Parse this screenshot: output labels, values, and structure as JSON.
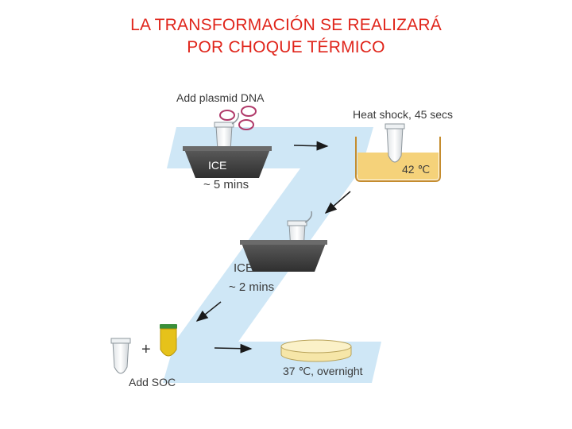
{
  "slide": {
    "title_line1": "LA TRANSFORMACIÓN SE REALIZARÁ",
    "title_line2": "POR CHOQUE TÉRMICO",
    "title_color": "#e0251b"
  },
  "diagram": {
    "step1_label": "Add plasmid DNA",
    "ice1_label": "ICE",
    "ice1_time": "~ 5 mins",
    "heat_label": "Heat shock, 45 secs",
    "heat_temp": "42 ℃",
    "ice2_label": "ICE",
    "ice2_time": "~ 2 mins",
    "soc_label": "Add SOC",
    "plus_sign": "+",
    "plate_label": "37 ℃, overnight",
    "z_color": "#c7e3f4",
    "bath_color": "#f5d27a",
    "soc_color": "#e6c21a"
  }
}
